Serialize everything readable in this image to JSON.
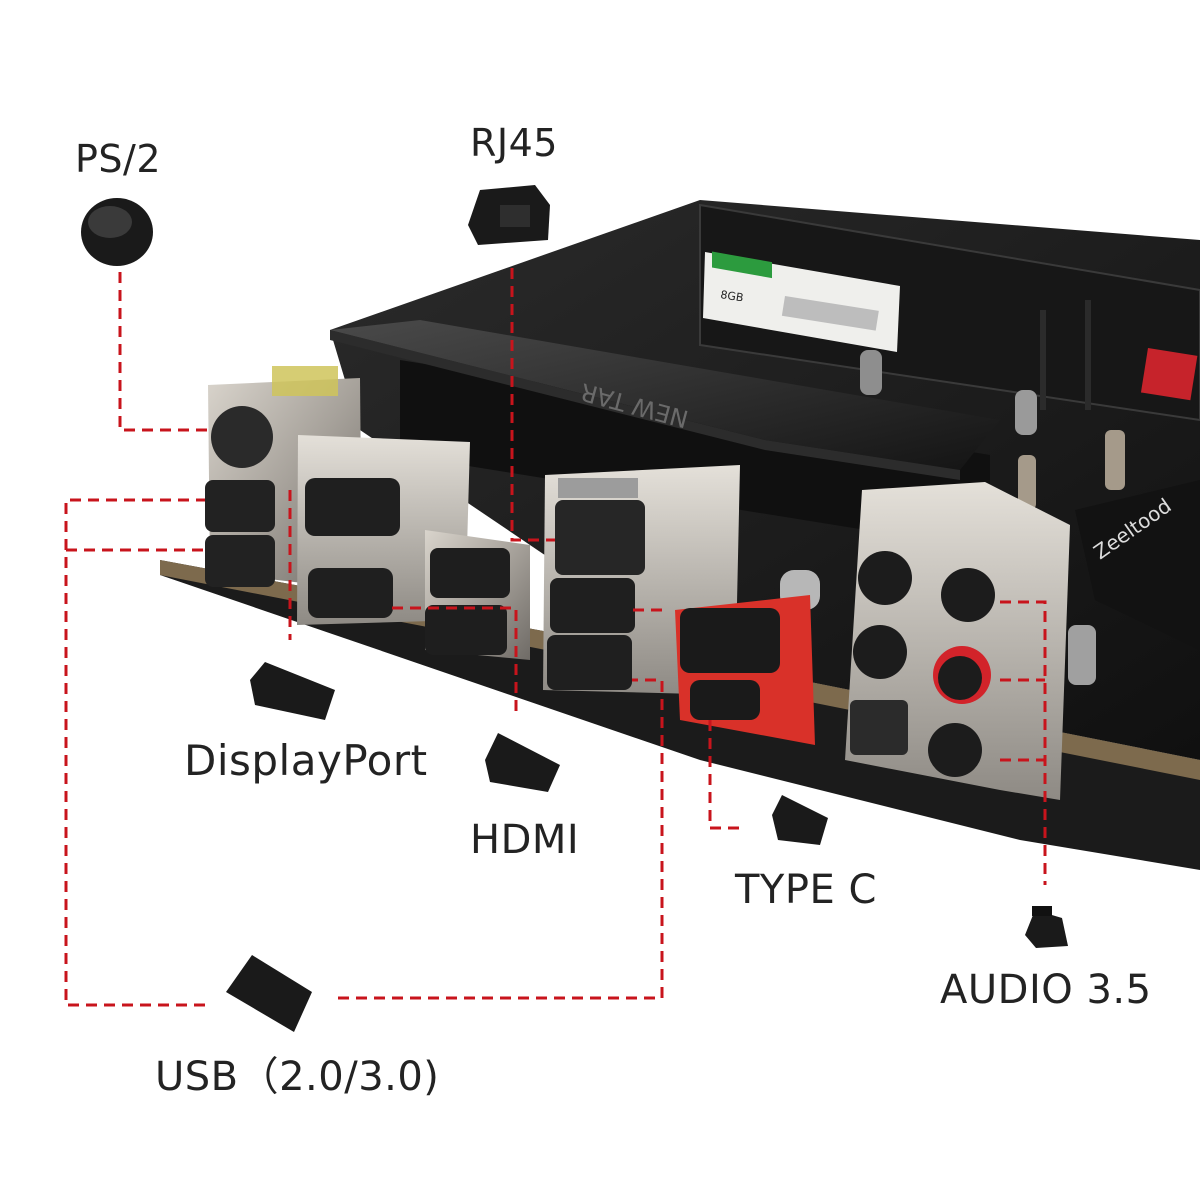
{
  "labels": {
    "ps2": "PS/2",
    "rj45": "RJ45",
    "displayport": "DisplayPort",
    "hdmi": "HDMI",
    "type_c": "TYPE C",
    "audio": "AUDIO 3.5",
    "usb": "USB（2.0/3.0)"
  },
  "board_text": {
    "ram_capacity": "8GB",
    "heatsink_text": "NEW TAR"
  },
  "colors": {
    "leader_line": "#c8141c",
    "plug": "#1a1a1a",
    "label_text": "#232323"
  }
}
